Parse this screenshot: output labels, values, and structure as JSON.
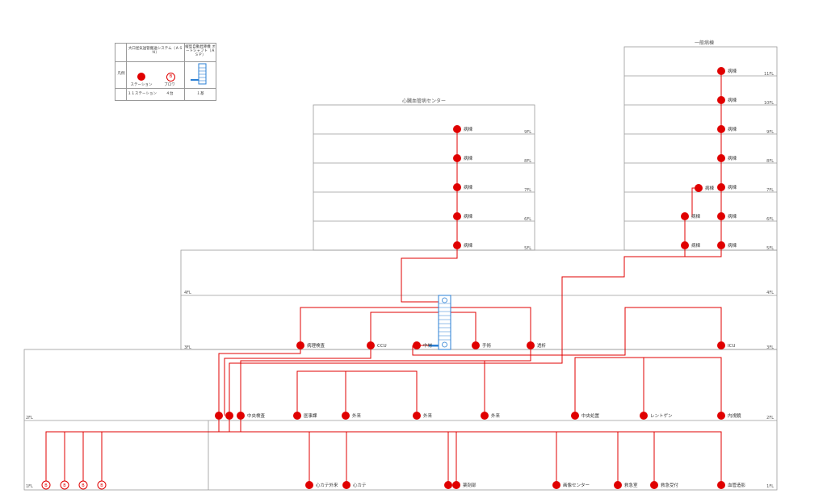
{
  "legend": {
    "row_label": "凡例",
    "col1_title": "大口径気送管搬送システム（ＡＳＮ）",
    "col2_title": "縦型自動昇降機 オートシャフト（ＡＳＰ）",
    "station_label": "ステーション",
    "blower_label": "ブロワ",
    "station_count": "１１ステーション",
    "blower_count": "４台",
    "shaft_count": "１基",
    "blower_mark": "B"
  },
  "buildings": {
    "left_tower": "心臓血管病センター",
    "right_tower": "一般病棟"
  },
  "floors": {
    "f11": "11FL",
    "f10": "10FL",
    "f9": "9FL",
    "f8": "8FL",
    "f7": "7FL",
    "f6": "6FL",
    "f5": "5FL",
    "f4": "4FL",
    "f3": "3FL",
    "f2": "2FL",
    "f1": "1FL"
  },
  "stations": {
    "ward": "病棟",
    "pathology": "病理検査",
    "ccu": "CCU",
    "central_supply": "中材",
    "surgery": "手術",
    "dialysis": "透析",
    "icu": "ICU",
    "central_lab": "中央検査",
    "medical_affairs": "医事課",
    "outpatient": "外来",
    "central_clinic": "中央処置",
    "radiology": "レントゲン",
    "endoscopy": "内視鏡",
    "cath_outpatient": "心カテ外来",
    "cath": "心カテ",
    "pharmacy": "薬剤部",
    "imaging_center": "画像センター",
    "emergency_room": "救急室",
    "emergency_reception": "救急受付",
    "angiography": "血管造影"
  }
}
